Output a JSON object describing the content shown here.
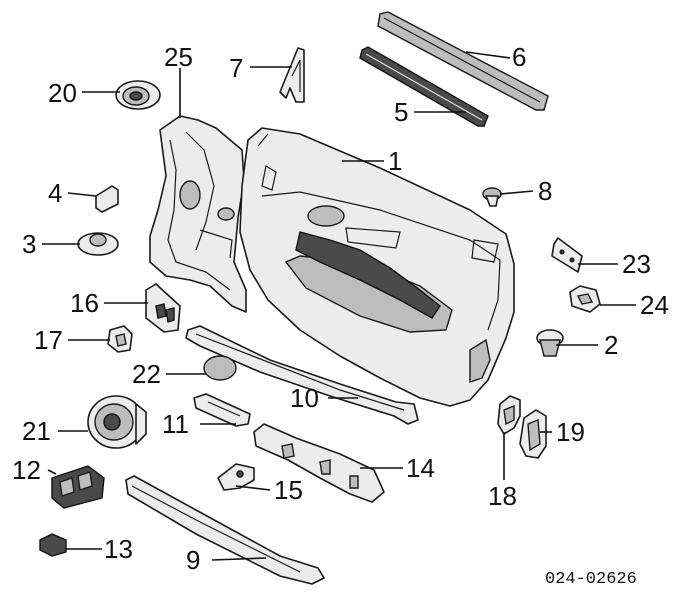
{
  "diagram": {
    "reference_code": "024-02626",
    "callouts": [
      {
        "id": "1",
        "label": "1"
      },
      {
        "id": "2",
        "label": "2"
      },
      {
        "id": "3",
        "label": "3"
      },
      {
        "id": "4",
        "label": "4"
      },
      {
        "id": "5",
        "label": "5"
      },
      {
        "id": "6",
        "label": "6"
      },
      {
        "id": "7",
        "label": "7"
      },
      {
        "id": "8",
        "label": "8"
      },
      {
        "id": "9",
        "label": "9"
      },
      {
        "id": "10",
        "label": "10"
      },
      {
        "id": "11",
        "label": "11"
      },
      {
        "id": "12",
        "label": "12"
      },
      {
        "id": "13",
        "label": "13"
      },
      {
        "id": "14",
        "label": "14"
      },
      {
        "id": "15",
        "label": "15"
      },
      {
        "id": "16",
        "label": "16"
      },
      {
        "id": "17",
        "label": "17"
      },
      {
        "id": "18",
        "label": "18"
      },
      {
        "id": "19",
        "label": "19"
      },
      {
        "id": "20",
        "label": "20"
      },
      {
        "id": "21",
        "label": "21"
      },
      {
        "id": "22",
        "label": "22"
      },
      {
        "id": "23",
        "label": "23"
      },
      {
        "id": "24",
        "label": "24"
      },
      {
        "id": "25",
        "label": "25"
      }
    ]
  }
}
